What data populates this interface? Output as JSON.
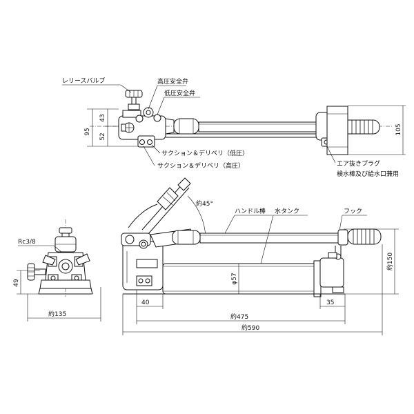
{
  "labels": {
    "release_valve": "レリースバルブ",
    "high_pressure_safety_valve": "高圧安全弁",
    "low_pressure_safety_valve": "低圧安全弁",
    "suction_delivery_low": "サクション＆デリベリ（低圧）",
    "suction_delivery_high": "サクション＆デリベリ（高圧）",
    "air_vent_plug": "エア抜きプラグ",
    "oil_check_fill_port": "検水棒及び給水口兼用",
    "handle_bar": "ハンドル棒",
    "water_tank": "水タンク",
    "hook": "フック",
    "port_thread": "Rc3/8",
    "handle_angle": "約45°"
  },
  "dimensions": {
    "top_total_height": "95",
    "top_upper": "43",
    "top_lower": "52",
    "top_right_height": "105",
    "tank_diameter": "φ57",
    "side_height": "約150",
    "side_left_offset": "40",
    "side_right_offset": "35",
    "side_inner_length": "約475",
    "side_total_length": "約590",
    "end_width": "約135",
    "end_height": "49"
  },
  "colors": {
    "line": "#111111",
    "background": "#ffffff"
  }
}
